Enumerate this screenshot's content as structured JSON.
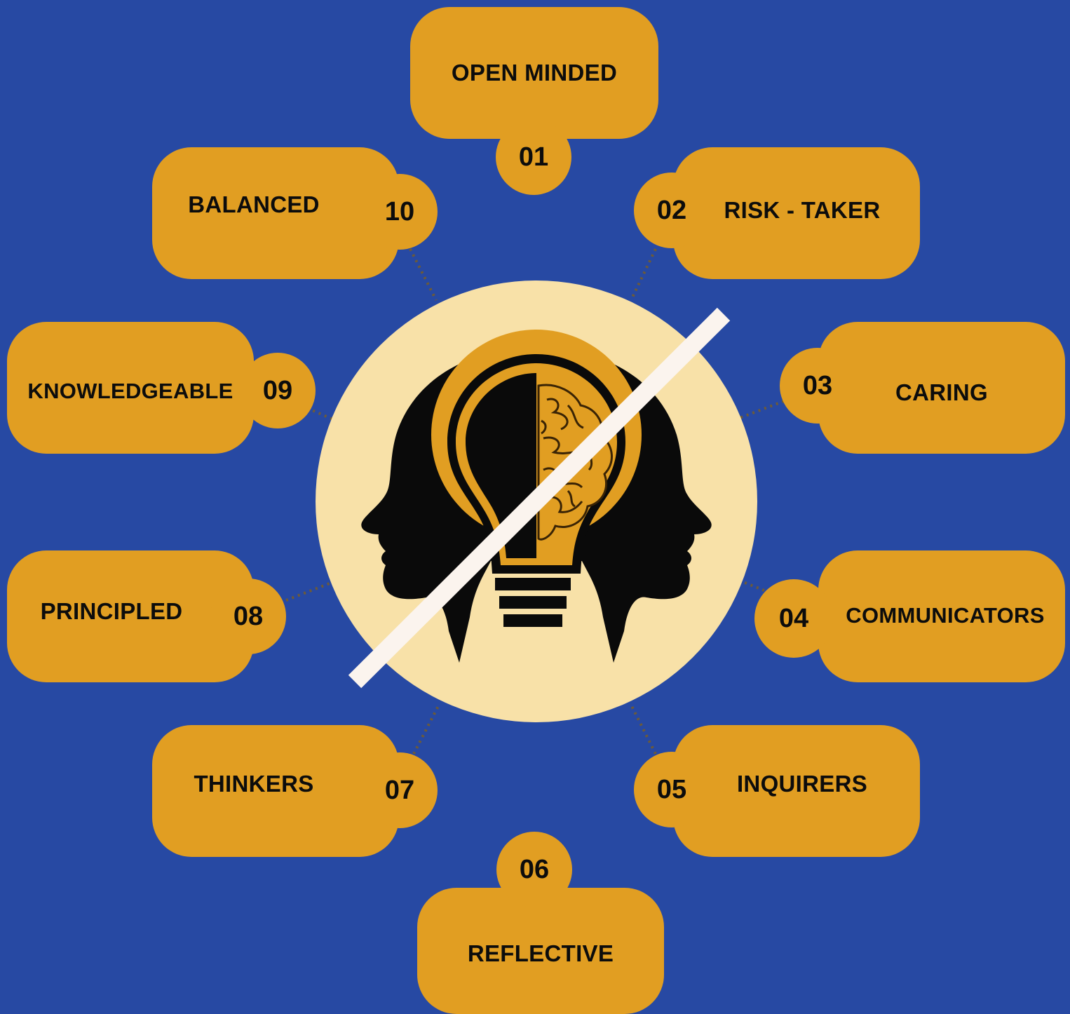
{
  "colors": {
    "background": "#2749a3",
    "card": "#e19e22",
    "hub_circle": "#f8e1a8",
    "silhouette": "#0a0a0a",
    "bulb_fill": "#e19e22",
    "slash": "#fbf4ee"
  },
  "center": {
    "icon": "two-heads-lightbulb-brain-icon"
  },
  "traits": [
    {
      "number": "01",
      "label": "OPEN MINDED"
    },
    {
      "number": "02",
      "label": "RISK - TAKER"
    },
    {
      "number": "03",
      "label": "CARING"
    },
    {
      "number": "04",
      "label": "COMMUNICATORS"
    },
    {
      "number": "05",
      "label": "INQUIRERS"
    },
    {
      "number": "06",
      "label": "REFLECTIVE"
    },
    {
      "number": "07",
      "label": "THINKERS"
    },
    {
      "number": "08",
      "label": "PRINCIPLED"
    },
    {
      "number": "09",
      "label": "KNOWLEDGEABLE"
    },
    {
      "number": "10",
      "label": "BALANCED"
    }
  ]
}
